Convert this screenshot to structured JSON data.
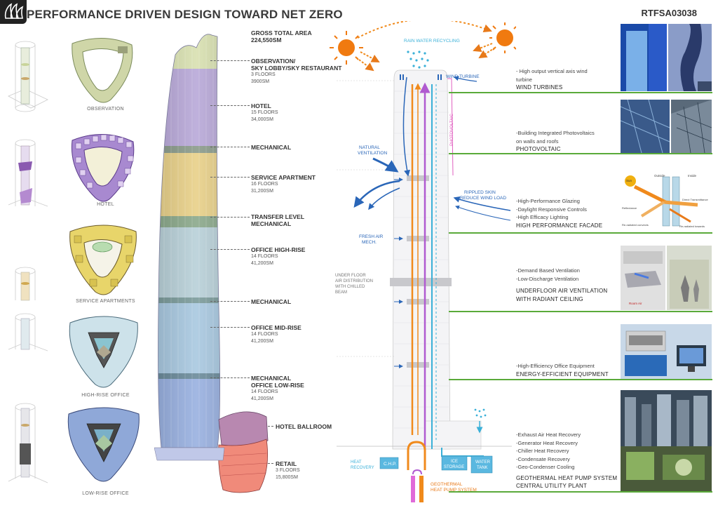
{
  "header": {
    "title": "PERFORMANCE DRIVEN DESIGN TOWARD NET ZERO",
    "code": "RTFSA03038"
  },
  "plans": [
    {
      "caption": "OBSERVATION"
    },
    {
      "caption": "HOTEL"
    },
    {
      "caption": "SERVICE APARTMENTS"
    },
    {
      "caption": "HIGH-RISE OFFICE"
    },
    {
      "caption": "LOW-RISE OFFICE"
    }
  ],
  "tower": {
    "gross_title": "GROSS TOTAL AREA",
    "gross_value": "224,550SM",
    "labels": [
      {
        "name": "OBSERVATION/",
        "name2": "SKY LOBBY/SKY RESTAURANT",
        "floors": "3 FLOORS",
        "area": "3900SM"
      },
      {
        "name": "HOTEL",
        "floors": "15 FLOORS",
        "area": "34,000SM"
      },
      {
        "name": "MECHANICAL"
      },
      {
        "name": "SERVICE APARTMENT",
        "floors": "16 FLOORS",
        "area": "31,200SM"
      },
      {
        "name": "TRANSFER LEVEL",
        "name2": "MECHANICAL"
      },
      {
        "name": "OFFICE HIGH-RISE",
        "floors": "14 FLOORS",
        "area": "41,200SM"
      },
      {
        "name": "MECHANICAL"
      },
      {
        "name": "OFFICE MID-RISE",
        "floors": "14 FLOORS",
        "area": "41,200SM"
      },
      {
        "name": "MECHANICAL",
        "name2": "OFFICE LOW-RISE",
        "floors": "14 FLOORS",
        "area": "41,200SM"
      },
      {
        "name": "HOTEL BALLROOM"
      },
      {
        "name": "RETAIL",
        "floors": "3 FLOORS",
        "area": "15,800SM"
      }
    ]
  },
  "diagram": {
    "rain": "RAIN WATER RECYCLING",
    "wind_turbine": "WIND TURBINE",
    "photovoltaic": "PHOTOVOLTAIC",
    "natural_vent_1": "NATURAL",
    "natural_vent_2": "VENTILATION",
    "rippled_1": "RIPPLED SKIN",
    "rippled_2": "REDUCE WIND LOAD",
    "fresh_1": "FRESH AIR",
    "fresh_2": "MECH.",
    "underfloor_1": "UNDER FLOOR",
    "underfloor_2": "AIR DISTRIBUTION",
    "underfloor_3": "WITH CHILLED",
    "underfloor_4": "BEAM",
    "heat_recovery_1": "HEAT",
    "heat_recovery_2": "RECOVERY",
    "chp": "C.H.P.",
    "ice_1": "ICE",
    "ice_2": "STORAGE",
    "water_1": "WATER",
    "water_2": "TANK",
    "geo_1": "GEOTHERMAL",
    "geo_2": "HEAT PUMP SYSTEM"
  },
  "features": [
    {
      "lines": [
        "- High output vertical axis wind",
        "turbine"
      ],
      "heading": "WIND TURBINES"
    },
    {
      "lines": [
        "-Building Integrated Photovoltaics",
        "on walls and roofs"
      ],
      "heading": "PHOTOVOLTAIC"
    },
    {
      "lines": [
        "-High-Performance Glazing",
        "-Daylight Responsive Controls",
        "-High Efficacy Lighting"
      ],
      "heading": "HIGH PERFORMANCE FACADE"
    },
    {
      "lines": [
        "-Demand Based Ventilation",
        "-Low-Discharge Ventilation"
      ],
      "heading": "UNDERFLOOR AIR VENTILATION",
      "heading2": "WITH RADIANT CEILING"
    },
    {
      "lines": [
        "-High-Efficiency Office Equipment"
      ],
      "heading": "ENERGY-EFFICIENT EQUIPMENT"
    },
    {
      "lines": [
        "-Exhaust Air Heat Recovery",
        "-Generator Heat Recovery",
        "-Chiller Heat Recovery",
        "-Condensate Recovery",
        "-Geo-Condenser Cooling"
      ],
      "heading": "GEOTHERMAL HEAT PUMP SYSTEM",
      "heading2": "CENTRAL UTILITY PLANT"
    }
  ],
  "facade_diagram": {
    "outside": "Outside",
    "inside": "Inside",
    "sun": "Sun",
    "reflectance": "Reflectance",
    "direct": "Direct Transmittance",
    "reradiated_conv": "Re-radiated convects",
    "reradiated_rad": "Re-radiated towards"
  },
  "underfloor_photo": {
    "label": "Room Air"
  },
  "colors": {
    "green_rule": "#5aaa3a",
    "orange": "#f08a1c",
    "purple": "#b05ad0",
    "blue": "#2a66b8",
    "cyan": "#3ab0d8"
  }
}
